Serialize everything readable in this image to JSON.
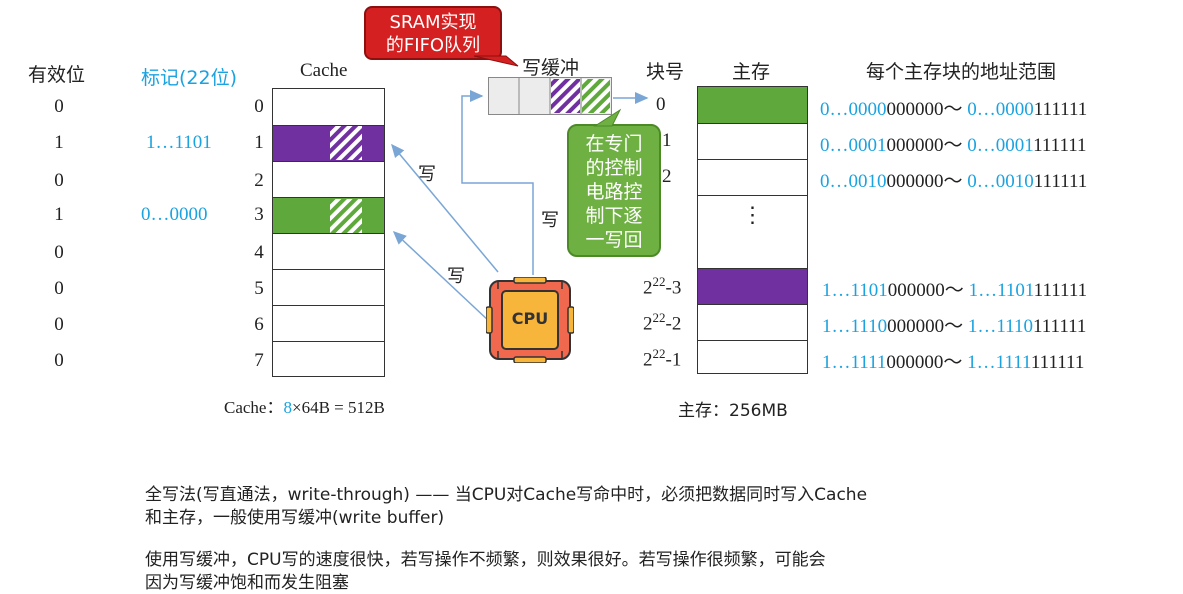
{
  "headers": {
    "valid": "有效位",
    "tag": "标记(22位)",
    "cache": "Cache",
    "write_buffer": "写缓冲",
    "block_no": "块号",
    "main_mem": "主存",
    "addr_range": "每个主存块的地址范围"
  },
  "valid_bits": [
    "0",
    "1",
    "0",
    "1",
    "0",
    "0",
    "0",
    "0"
  ],
  "tags": [
    {
      "row": 1,
      "value": "1…1101"
    },
    {
      "row": 3,
      "value": "0…0000"
    }
  ],
  "cache_rows": [
    "0",
    "1",
    "2",
    "3",
    "4",
    "5",
    "6",
    "7"
  ],
  "block_numbers": {
    "b0": "0",
    "b1": "1",
    "b2": "2",
    "ellipsis": "⋮",
    "b3_base": "2",
    "b3_exp": "22",
    "b3_suf": "-3",
    "b4_base": "2",
    "b4_exp": "22",
    "b4_suf": "-2",
    "b5_base": "2",
    "b5_exp": "22",
    "b5_suf": "-1"
  },
  "addresses": [
    {
      "a_blue": "0…0000",
      "a_black": "000000",
      "sep": "～",
      "b_blue": "0…0000",
      "b_black": "111111"
    },
    {
      "a_blue": "0…0001",
      "a_black": "000000",
      "sep": "～",
      "b_blue": "0…0001",
      "b_black": "111111"
    },
    {
      "a_blue": "0…0010",
      "a_black": "000000",
      "sep": "～",
      "b_blue": "0…0010",
      "b_black": "111111"
    },
    {
      "a_blue": "1…1101",
      "a_black": "000000",
      "sep": "～",
      "b_blue": "1…1101",
      "b_black": "111111"
    },
    {
      "a_blue": "1…1110",
      "a_black": "000000",
      "sep": "～",
      "b_blue": "1…1110",
      "b_black": "111111"
    },
    {
      "a_blue": "1…1111",
      "a_black": "000000",
      "sep": "～",
      "b_blue": "1…1111",
      "b_black": "111111"
    }
  ],
  "callouts": {
    "red_line1": "SRAM实现",
    "red_line2": "的FIFO队列",
    "green_lines": [
      "在专门",
      "的控制",
      "电路控",
      "制下逐",
      "一写回"
    ]
  },
  "arrows": {
    "write1": "写",
    "write2": "写",
    "write3": "写"
  },
  "cpu_label": "CPU",
  "cache_size": {
    "prefix": "Cache：",
    "count": "8",
    "rest": "×64B = 512B"
  },
  "mem_size": "主存：256MB",
  "text": {
    "p1_line1": "全写法(写直通法，write-through) —— 当CPU对Cache写命中时，必须把数据同时写入Cache",
    "p1_line2": "和主存，一般使用写缓冲(write buffer)",
    "p2_line1": "使用写缓冲，CPU写的速度很快，若写操作不频繁，则效果很好。若写操作很频繁，可能会",
    "p2_line2": "因为写缓冲饱和而发生阻塞"
  },
  "colors": {
    "purple": "#7030a0",
    "green": "#5fa83b",
    "blue_text": "#1aa3e0",
    "red_callout": "#d42020",
    "cpu_orange": "#f0684d"
  }
}
